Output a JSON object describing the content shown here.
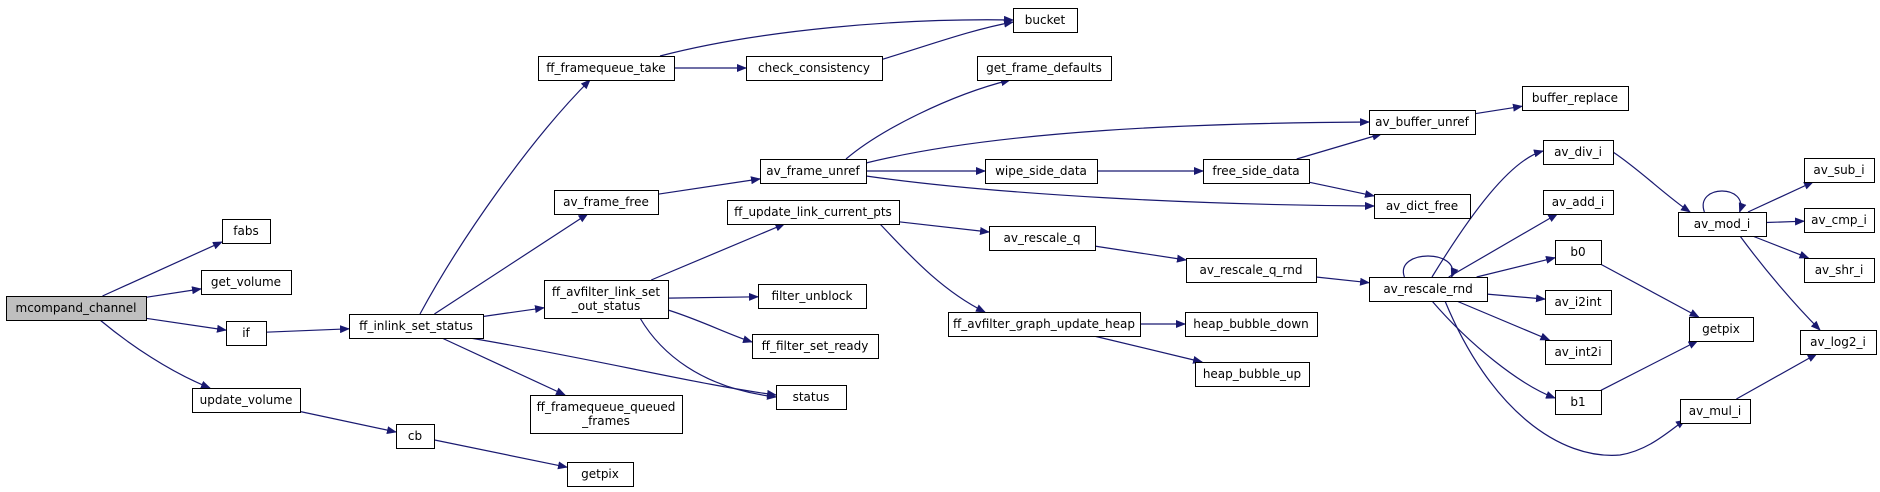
{
  "graph": {
    "colors": {
      "edge": "#191970",
      "node_fill": "#ffffff",
      "node_border": "#000000",
      "root_fill": "#bfbfbf"
    },
    "nodes": [
      {
        "id": "mcompand_channel",
        "lines": [
          "mcompand_channel"
        ],
        "root": true
      },
      {
        "id": "fabs",
        "lines": [
          "fabs"
        ]
      },
      {
        "id": "get_volume",
        "lines": [
          "get_volume"
        ]
      },
      {
        "id": "if",
        "lines": [
          "if"
        ]
      },
      {
        "id": "update_volume",
        "lines": [
          "update_volume"
        ]
      },
      {
        "id": "ff_inlink_set_status",
        "lines": [
          "ff_inlink_set_status"
        ]
      },
      {
        "id": "cb",
        "lines": [
          "cb"
        ]
      },
      {
        "id": "getpix_1",
        "lines": [
          "getpix"
        ]
      },
      {
        "id": "ff_framequeue_take",
        "lines": [
          "ff_framequeue_take"
        ]
      },
      {
        "id": "av_frame_free",
        "lines": [
          "av_frame_free"
        ]
      },
      {
        "id": "ff_avfilter_link_set_out_status",
        "lines": [
          "ff_avfilter_link_set",
          "_out_status"
        ]
      },
      {
        "id": "ff_framequeue_queued_frames",
        "lines": [
          "ff_framequeue_queued",
          "_frames"
        ]
      },
      {
        "id": "bucket",
        "lines": [
          "bucket"
        ]
      },
      {
        "id": "check_consistency",
        "lines": [
          "check_consistency"
        ]
      },
      {
        "id": "get_frame_defaults",
        "lines": [
          "get_frame_defaults"
        ]
      },
      {
        "id": "av_frame_unref",
        "lines": [
          "av_frame_unref"
        ]
      },
      {
        "id": "ff_update_link_current_pts",
        "lines": [
          "ff_update_link_current_pts"
        ]
      },
      {
        "id": "filter_unblock",
        "lines": [
          "filter_unblock"
        ]
      },
      {
        "id": "ff_filter_set_ready",
        "lines": [
          "ff_filter_set_ready"
        ]
      },
      {
        "id": "status",
        "lines": [
          "status"
        ]
      },
      {
        "id": "wipe_side_data",
        "lines": [
          "wipe_side_data"
        ]
      },
      {
        "id": "av_rescale_q",
        "lines": [
          "av_rescale_q"
        ]
      },
      {
        "id": "ff_avfilter_graph_update_heap",
        "lines": [
          "ff_avfilter_graph_update_heap"
        ]
      },
      {
        "id": "free_side_data",
        "lines": [
          "free_side_data"
        ]
      },
      {
        "id": "av_rescale_q_rnd",
        "lines": [
          "av_rescale_q_rnd"
        ]
      },
      {
        "id": "heap_bubble_down",
        "lines": [
          "heap_bubble_down"
        ]
      },
      {
        "id": "heap_bubble_up",
        "lines": [
          "heap_bubble_up"
        ]
      },
      {
        "id": "av_buffer_unref",
        "lines": [
          "av_buffer_unref"
        ]
      },
      {
        "id": "av_dict_free",
        "lines": [
          "av_dict_free"
        ]
      },
      {
        "id": "buffer_replace",
        "lines": [
          "buffer_replace"
        ]
      },
      {
        "id": "av_rescale_rnd",
        "lines": [
          "av_rescale_rnd"
        ]
      },
      {
        "id": "av_div_i",
        "lines": [
          "av_div_i"
        ]
      },
      {
        "id": "av_add_i",
        "lines": [
          "av_add_i"
        ]
      },
      {
        "id": "b0",
        "lines": [
          "b0"
        ]
      },
      {
        "id": "av_i2int",
        "lines": [
          "av_i2int"
        ]
      },
      {
        "id": "av_int2i",
        "lines": [
          "av_int2i"
        ]
      },
      {
        "id": "b1",
        "lines": [
          "b1"
        ]
      },
      {
        "id": "av_mul_i",
        "lines": [
          "av_mul_i"
        ]
      },
      {
        "id": "getpix_2",
        "lines": [
          "getpix"
        ]
      },
      {
        "id": "av_mod_i",
        "lines": [
          "av_mod_i"
        ]
      },
      {
        "id": "av_sub_i",
        "lines": [
          "av_sub_i"
        ]
      },
      {
        "id": "av_cmp_i",
        "lines": [
          "av_cmp_i"
        ]
      },
      {
        "id": "av_shr_i",
        "lines": [
          "av_shr_i"
        ]
      },
      {
        "id": "av_log2_i",
        "lines": [
          "av_log2_i"
        ]
      }
    ],
    "edges": [
      [
        "mcompand_channel",
        "fabs"
      ],
      [
        "mcompand_channel",
        "get_volume"
      ],
      [
        "mcompand_channel",
        "if"
      ],
      [
        "mcompand_channel",
        "update_volume"
      ],
      [
        "if",
        "ff_inlink_set_status"
      ],
      [
        "update_volume",
        "cb"
      ],
      [
        "cb",
        "getpix_1"
      ],
      [
        "ff_inlink_set_status",
        "ff_framequeue_take"
      ],
      [
        "ff_inlink_set_status",
        "av_frame_free"
      ],
      [
        "ff_inlink_set_status",
        "ff_avfilter_link_set_out_status"
      ],
      [
        "ff_inlink_set_status",
        "ff_framequeue_queued_frames"
      ],
      [
        "ff_inlink_set_status",
        "status"
      ],
      [
        "ff_framequeue_take",
        "bucket"
      ],
      [
        "ff_framequeue_take",
        "check_consistency"
      ],
      [
        "check_consistency",
        "bucket"
      ],
      [
        "av_frame_free",
        "av_frame_unref"
      ],
      [
        "av_frame_unref",
        "get_frame_defaults"
      ],
      [
        "av_frame_unref",
        "av_buffer_unref"
      ],
      [
        "av_frame_unref",
        "wipe_side_data"
      ],
      [
        "av_frame_unref",
        "av_dict_free"
      ],
      [
        "wipe_side_data",
        "free_side_data"
      ],
      [
        "free_side_data",
        "av_buffer_unref"
      ],
      [
        "free_side_data",
        "av_dict_free"
      ],
      [
        "av_buffer_unref",
        "buffer_replace"
      ],
      [
        "ff_avfilter_link_set_out_status",
        "ff_update_link_current_pts"
      ],
      [
        "ff_avfilter_link_set_out_status",
        "filter_unblock"
      ],
      [
        "ff_avfilter_link_set_out_status",
        "ff_filter_set_ready"
      ],
      [
        "ff_avfilter_link_set_out_status",
        "status"
      ],
      [
        "ff_update_link_current_pts",
        "av_rescale_q"
      ],
      [
        "ff_update_link_current_pts",
        "ff_avfilter_graph_update_heap"
      ],
      [
        "ff_avfilter_graph_update_heap",
        "heap_bubble_down"
      ],
      [
        "ff_avfilter_graph_update_heap",
        "heap_bubble_up"
      ],
      [
        "av_rescale_q",
        "av_rescale_q_rnd"
      ],
      [
        "av_rescale_q_rnd",
        "av_rescale_rnd"
      ],
      [
        "av_rescale_rnd",
        "av_rescale_rnd"
      ],
      [
        "av_rescale_rnd",
        "av_div_i"
      ],
      [
        "av_rescale_rnd",
        "av_add_i"
      ],
      [
        "av_rescale_rnd",
        "b0"
      ],
      [
        "av_rescale_rnd",
        "av_i2int"
      ],
      [
        "av_rescale_rnd",
        "av_int2i"
      ],
      [
        "av_rescale_rnd",
        "b1"
      ],
      [
        "av_rescale_rnd",
        "av_mul_i"
      ],
      [
        "b0",
        "getpix_2"
      ],
      [
        "b1",
        "getpix_2"
      ],
      [
        "av_div_i",
        "av_mod_i"
      ],
      [
        "av_mod_i",
        "av_mod_i"
      ],
      [
        "av_mod_i",
        "av_sub_i"
      ],
      [
        "av_mod_i",
        "av_cmp_i"
      ],
      [
        "av_mod_i",
        "av_shr_i"
      ],
      [
        "av_mod_i",
        "av_log2_i"
      ],
      [
        "av_mul_i",
        "av_log2_i"
      ]
    ]
  }
}
